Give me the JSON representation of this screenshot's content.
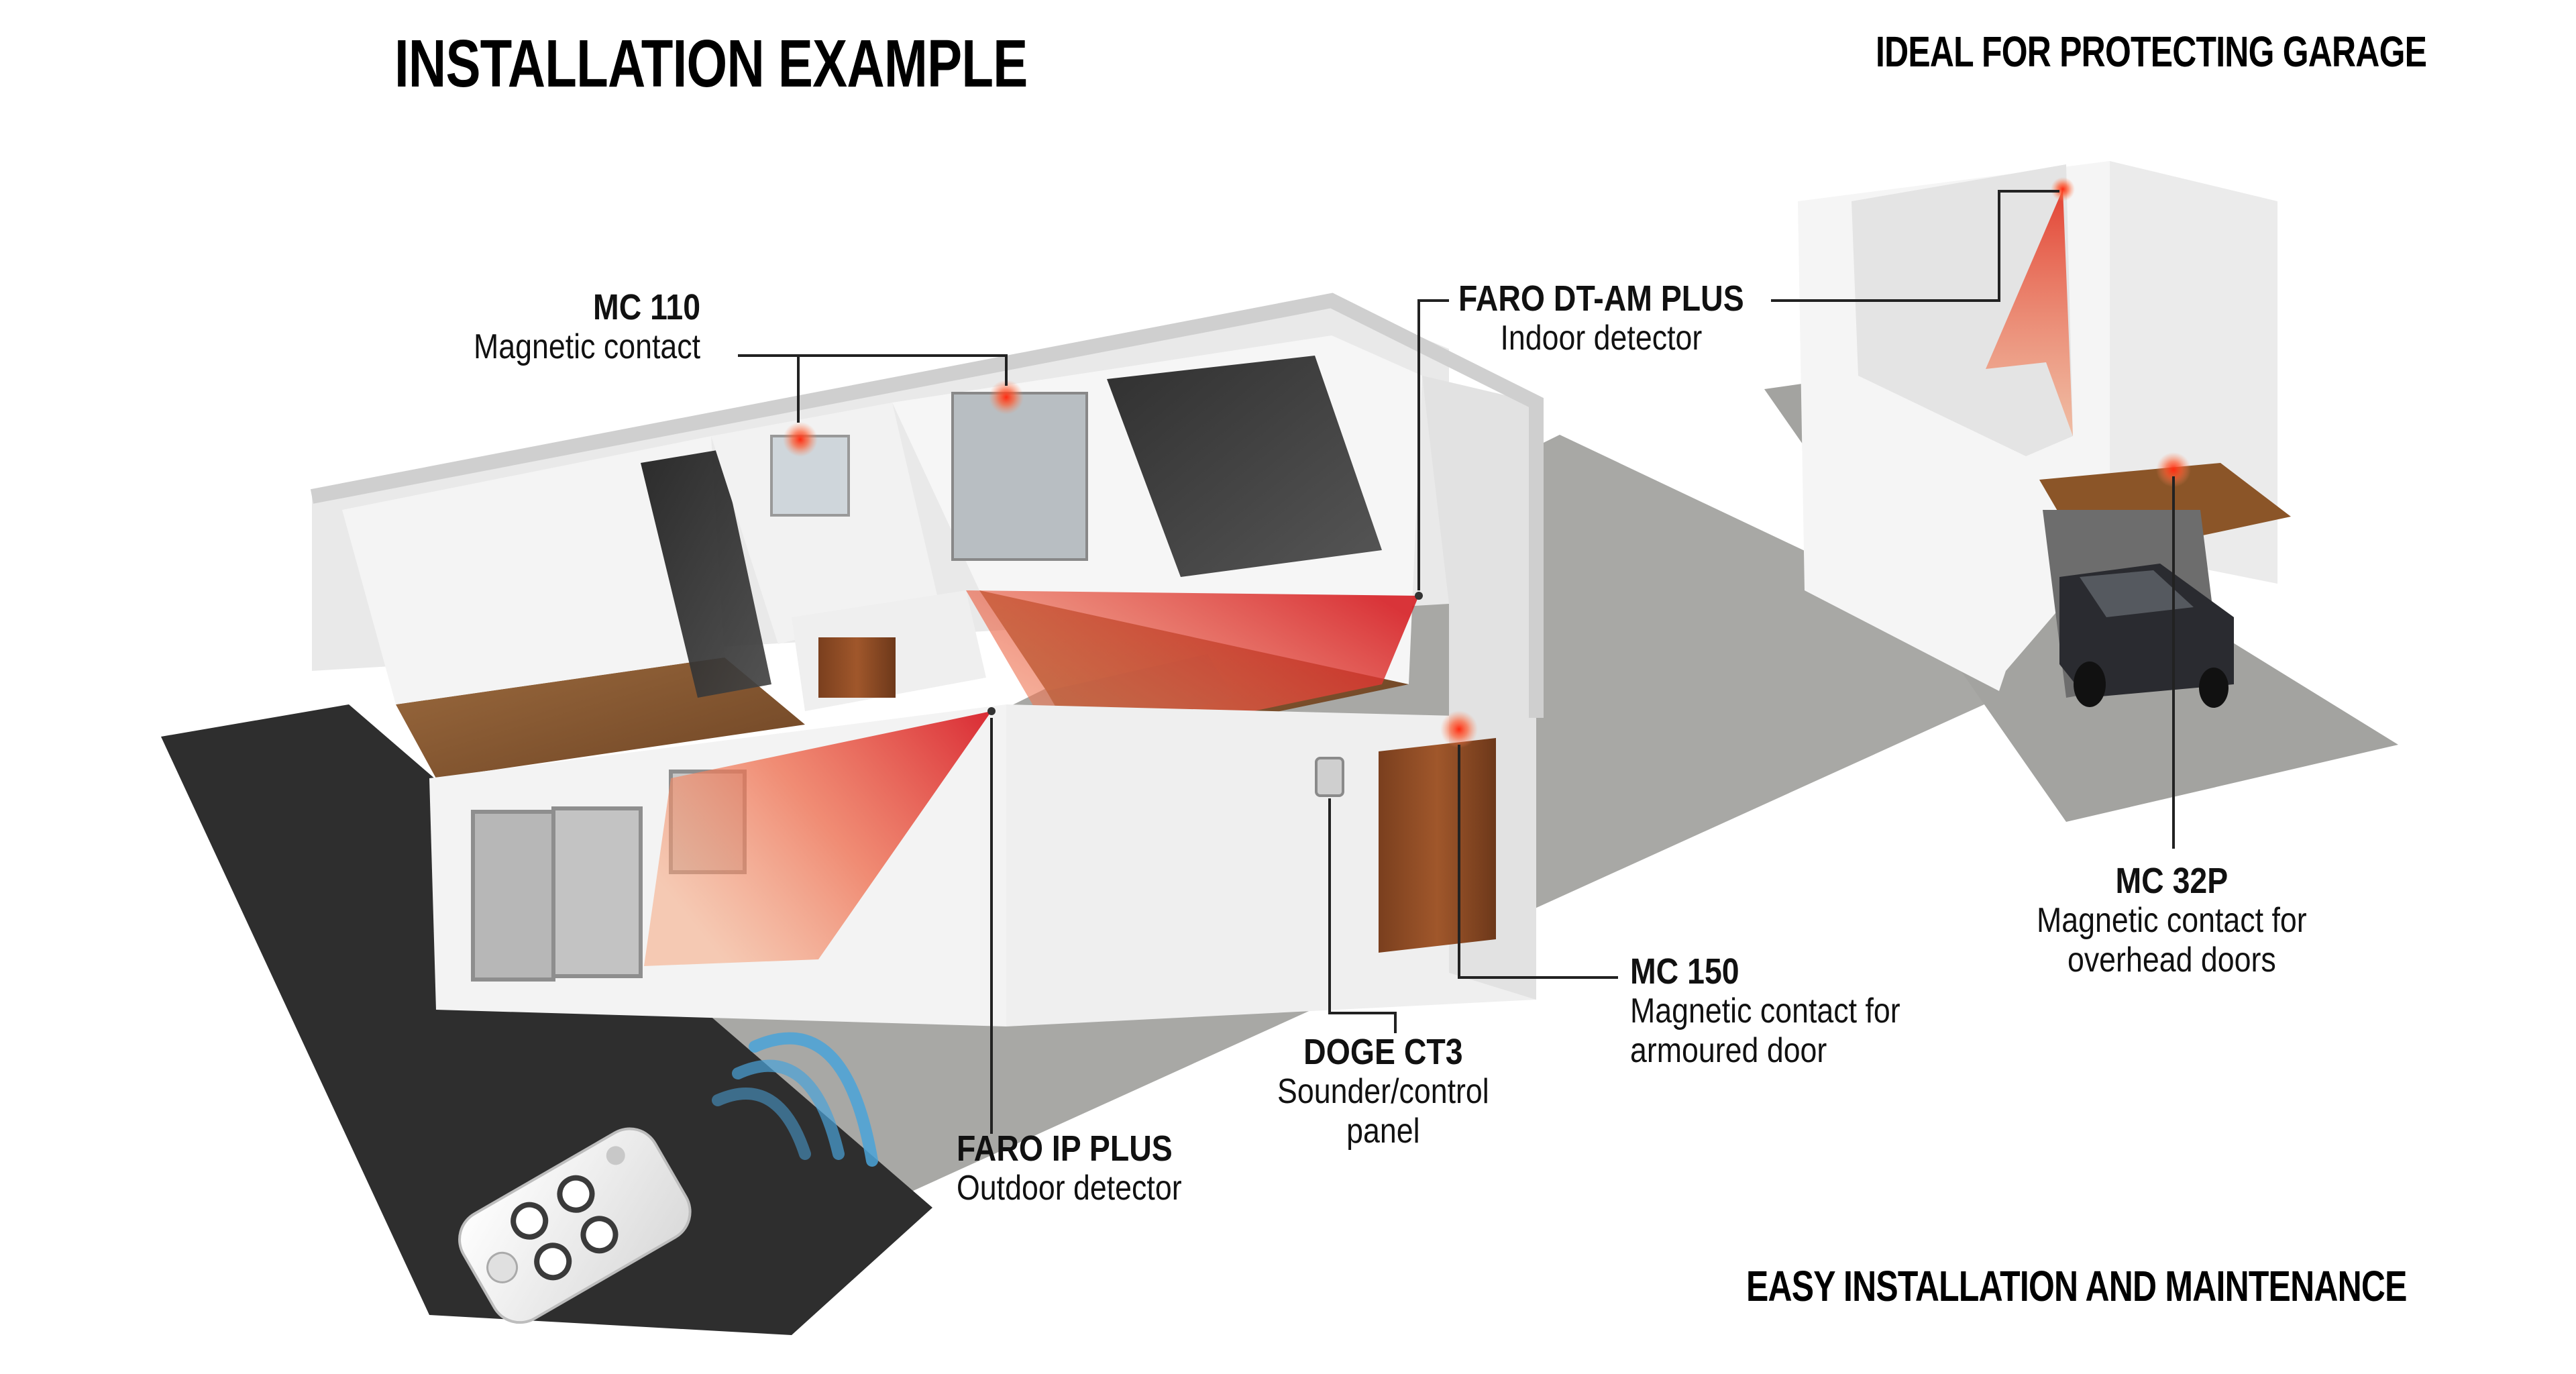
{
  "headings": {
    "installation": "INSTALLATION EXAMPLE",
    "garage": "IDEAL FOR PROTECTING GARAGE",
    "easy": "EASY INSTALLATION AND MAINTENANCE"
  },
  "callouts": {
    "mc110": {
      "name": "MC 110",
      "desc": "Magnetic contact"
    },
    "faro_dt": {
      "name": "FARO DT-AM PLUS",
      "desc": "Indoor detector"
    },
    "mc32p": {
      "name": "MC 32P",
      "desc1": "Magnetic contact for",
      "desc2": "overhead doors"
    },
    "mc150": {
      "name": "MC 150",
      "desc1": "Magnetic contact for",
      "desc2": "armoured door"
    },
    "doge": {
      "name": "DOGE CT3",
      "desc1": "Sounder/control",
      "desc2": "panel"
    },
    "faro_ip": {
      "name": "FARO IP PLUS",
      "desc": "Outdoor detector"
    }
  },
  "colors": {
    "detection": "#e8452c",
    "sensor_glow": "#ff3a1a",
    "wall": "#f1f1f1",
    "wall_shade": "#d8d8d8",
    "pavement": "#a9a9a6",
    "asphalt": "#2d2d2d",
    "floor_wood": "#8a5a32",
    "door_wood": "#8b4a24",
    "leader_line": "#222222",
    "signal_wave": "#4aa3d8"
  },
  "icons": [
    "remote-control-icon",
    "signal-waves-icon",
    "sensor-glow-icon"
  ]
}
